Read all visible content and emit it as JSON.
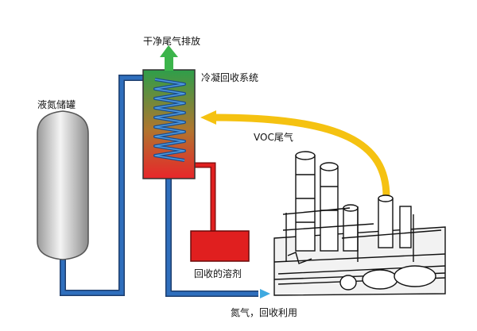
{
  "labels": {
    "clean_exhaust": "干净尾气排放",
    "condensation_system": "冷凝回收系统",
    "liquid_nitrogen_tank": "液氮储罐",
    "voc_exhaust": "VOC尾气",
    "recovered_solvent": "回收的溶剂",
    "nitrogen_reuse": "氮气，回收利用"
  },
  "colors": {
    "pipe_blue": "#2f6fbd",
    "arrow_green": "#3cb44b",
    "voc_yellow": "#f5c211",
    "condenser_top": "#2e9e4a",
    "condenser_bottom": "#e8262a",
    "solvent_red": "#e01f1f",
    "nitrogen_arrow": "#3fa9e0"
  },
  "icons": [
    "storage-tank-icon",
    "condenser-coil-icon",
    "factory-plant-icon"
  ]
}
